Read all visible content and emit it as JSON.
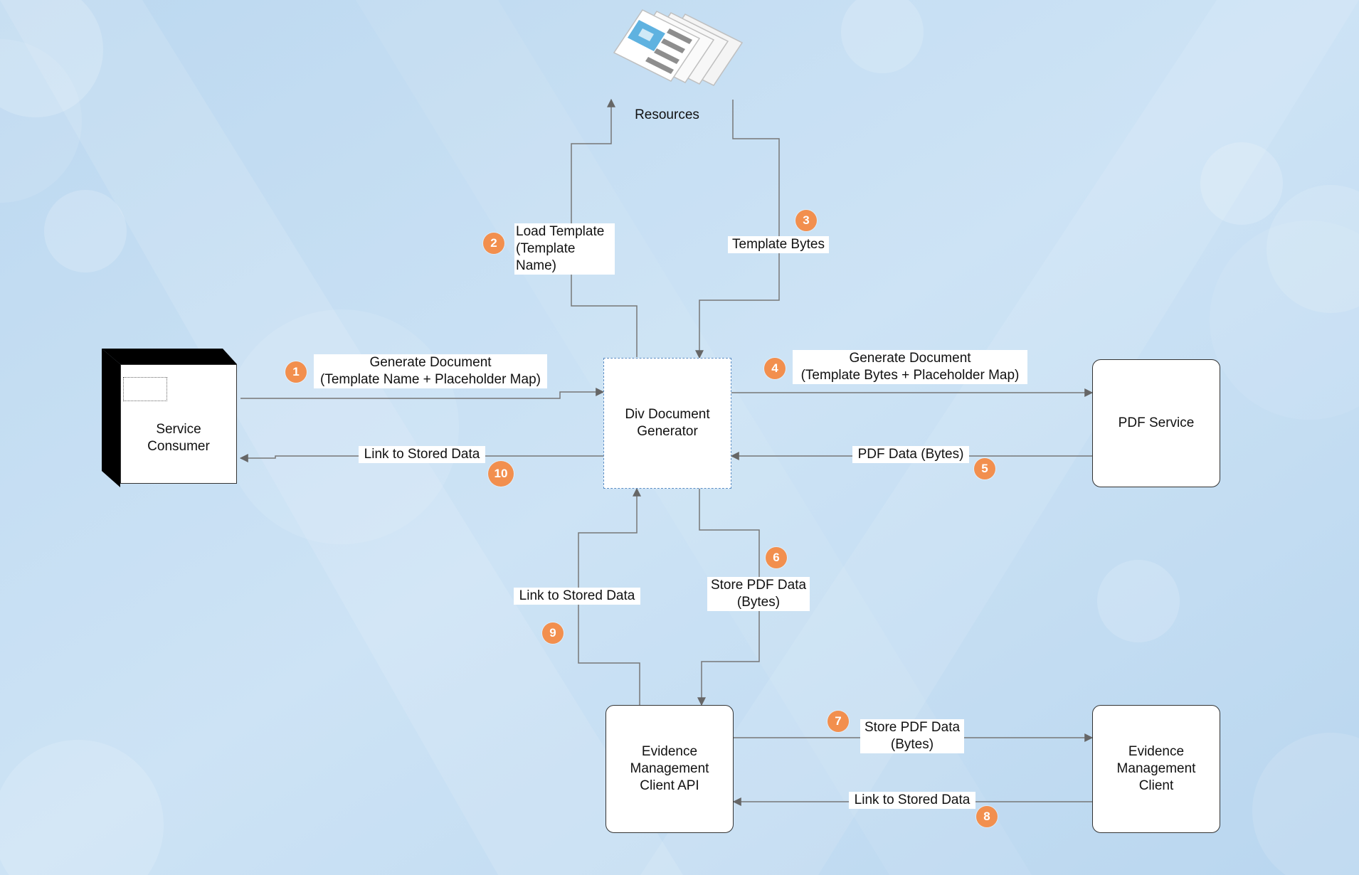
{
  "nodes": {
    "resources": "Resources",
    "service_consumer": "Service\nConsumer",
    "div_document_generator": "Div Document\nGenerator",
    "pdf_service": "PDF Service",
    "evidence_client_api": "Evidence\nManagement\nClient API",
    "evidence_client": "Evidence\nManagement\nClient"
  },
  "edges": [
    {
      "id": "e1",
      "label": "Generate Document\n(Template Name + Placeholder Map)",
      "badge": "1"
    },
    {
      "id": "e2",
      "label": "Load Template\n(Template Name)",
      "badge": "2"
    },
    {
      "id": "e3",
      "label": "Template Bytes",
      "badge": "3"
    },
    {
      "id": "e4",
      "label": "Generate Document\n(Template Bytes + Placeholder Map)",
      "badge": "4"
    },
    {
      "id": "e5",
      "label": "PDF Data (Bytes)",
      "badge": "5"
    },
    {
      "id": "e6",
      "label": "Store PDF Data\n(Bytes)",
      "badge": "6"
    },
    {
      "id": "e7",
      "label": "Store PDF Data\n(Bytes)",
      "badge": "7"
    },
    {
      "id": "e8",
      "label": "Link to Stored Data",
      "badge": "8"
    },
    {
      "id": "e9",
      "label": "Link to Stored Data",
      "badge": "9"
    },
    {
      "id": "e10",
      "label": "Link to Stored Data",
      "badge": "10"
    }
  ],
  "colors": {
    "background": "#c4def2",
    "badge": "#f28f4e",
    "connector": "#666666"
  },
  "icons": {
    "resources": "document-stack-icon"
  }
}
